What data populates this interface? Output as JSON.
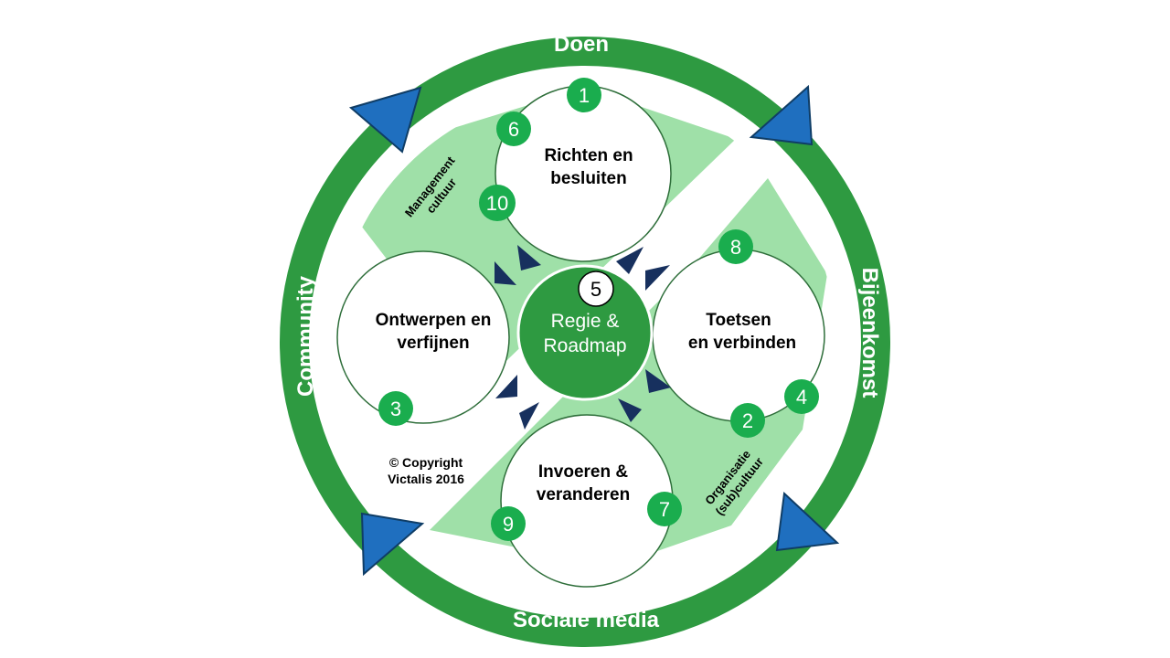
{
  "ring": {
    "top": "Doen",
    "right": "Bijeenkomst",
    "bottom": "Sociale media",
    "left": "Community"
  },
  "steps": {
    "top": [
      "Richten en",
      "besluiten"
    ],
    "left": [
      "Ontwerpen en",
      "verfijnen"
    ],
    "right": [
      "Toetsen",
      "en verbinden"
    ],
    "bottom": [
      "Invoeren &",
      "veranderen"
    ]
  },
  "center": [
    "Regie &",
    "Roadmap"
  ],
  "center_number": "5",
  "numbers": {
    "n1": "1",
    "n2": "2",
    "n3": "3",
    "n4": "4",
    "n6": "6",
    "n7": "7",
    "n8": "8",
    "n9": "9",
    "n10": "10"
  },
  "culture": {
    "management": [
      "Management",
      "cultuur"
    ],
    "organisatie": [
      "Organisatie",
      "(sub)cultuur"
    ]
  },
  "copyright": [
    "© Copyright",
    "Victalis 2016"
  ],
  "colors": {
    "ring_green": "#2e9a41",
    "light_green": "#9fe0a8",
    "badge_green": "#1aad4e",
    "arrow_blue": "#1f6fbf",
    "arrow_navy": "#17305e"
  }
}
